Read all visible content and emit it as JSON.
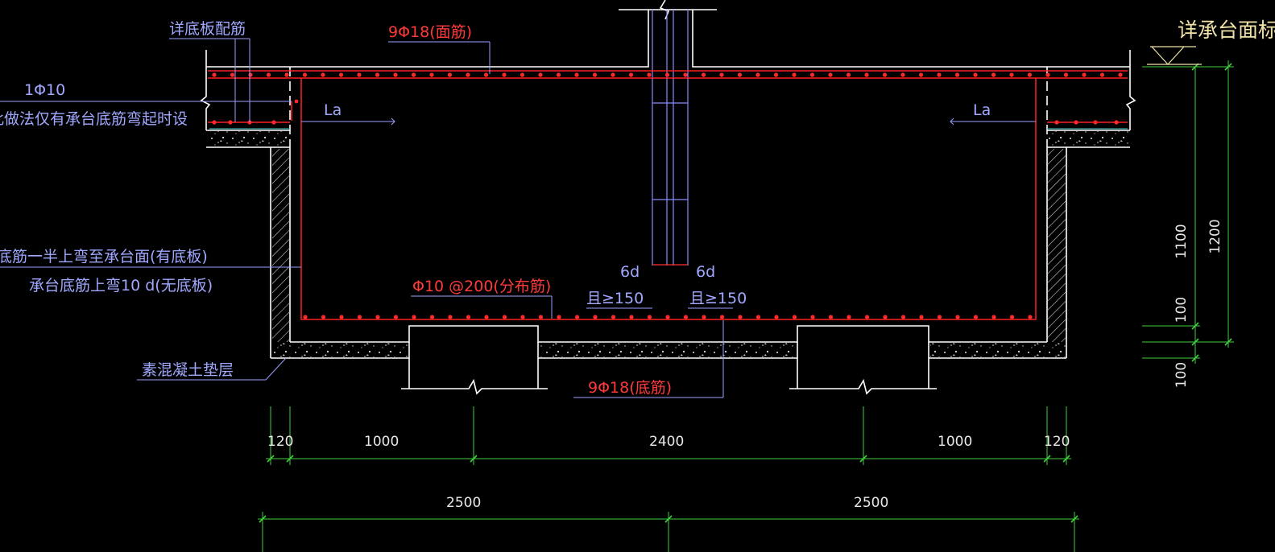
{
  "labels": {
    "slab_rebar_ref": "详底板配筋",
    "top_rebar": "9Φ18(面筋)",
    "cap_top_ref": "详承台面标",
    "one_phi10": "1Φ10",
    "note_bend_up": "此做法仅有承台底筋弯起时设",
    "la_left": "La",
    "la_right": "La",
    "bottom_bar_half": "底筋一半上弯至承台面(有底板)",
    "bottom_bar_10d": "承台底筋上弯10 d(无底板)",
    "dist_rebar": "Φ10 @200(分布筋)",
    "six_d_left": "6d",
    "six_d_right": "6d",
    "ge150_left": "且≥150",
    "ge150_right": "且≥150",
    "plain_concrete": "素混凝土垫层",
    "bottom_rebar": "9Φ18(底筋)"
  },
  "dimensions": {
    "d120_left": "120",
    "d1000_left": "1000",
    "d2400": "2400",
    "d1000_right": "1000",
    "d120_right": "120",
    "d2500_left": "2500",
    "d2500_right": "2500",
    "v1100": "1100",
    "v1200": "1200",
    "v100_a": "100",
    "v100_b": "100"
  },
  "colors": {
    "background": "#000000",
    "outline": "#ffffff",
    "rebar": "#ff2020",
    "leader": "#9aa0ff",
    "dimension": "#40d040",
    "note_text": "#a0a8ff",
    "reference_text": "#f1e2a8"
  }
}
